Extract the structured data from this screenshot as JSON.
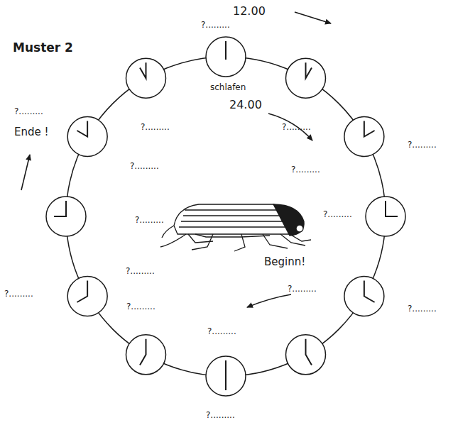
{
  "diagram": {
    "title": "Muster 2",
    "labels": [
      "12.00",
      "?.........",
      "schlafen",
      "24.00",
      "?.........",
      "Ende !",
      "?.........",
      "?.........",
      "?.........",
      "?.........",
      "?.........",
      "?.........",
      "?.........",
      "Beginn!",
      "?.........",
      "?.........",
      "?.........",
      "?.........",
      "?.........",
      "?.........",
      "?........."
    ]
  }
}
